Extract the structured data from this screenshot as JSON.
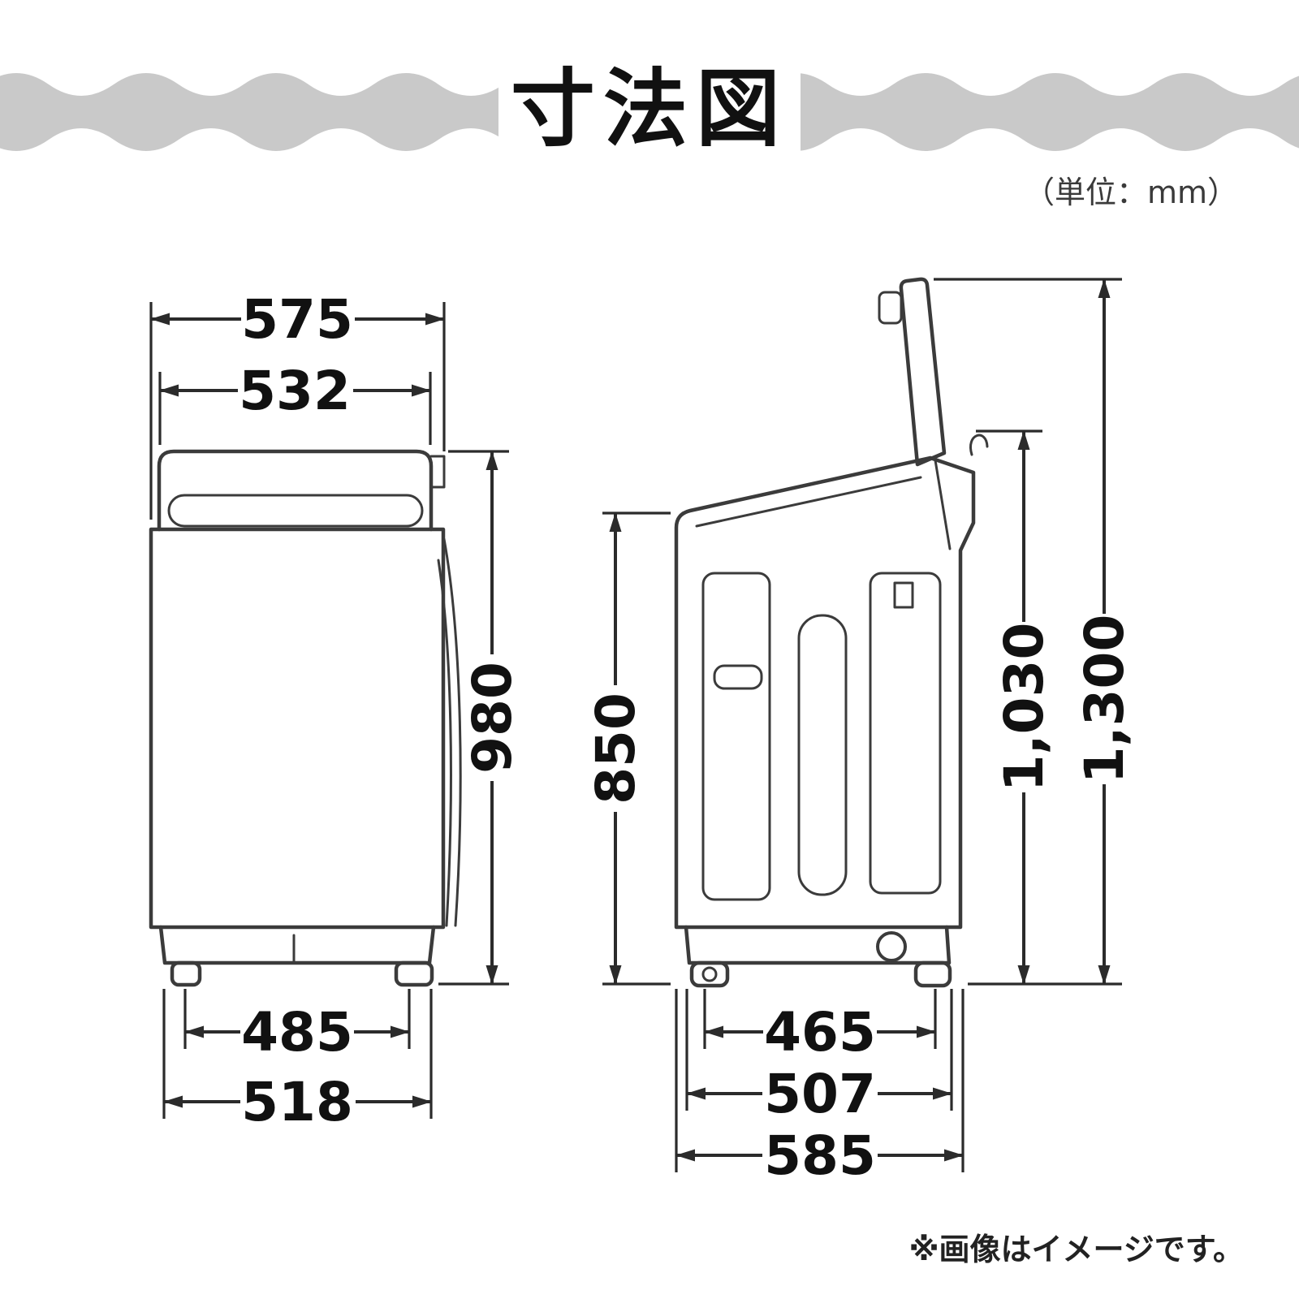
{
  "title": "寸法図",
  "unit_label": "（単位：mm）",
  "footnote": "※画像はイメージです。",
  "front_view": {
    "width_total": "575",
    "width_lid": "532",
    "height_body": "980",
    "feet_span": "485",
    "base_width": "518"
  },
  "side_view": {
    "height_body": "850",
    "height_lid_closed": "1,030",
    "height_lid_open": "1,300",
    "feet_span": "465",
    "depth_body": "507",
    "depth_total": "585"
  },
  "colors": {
    "banner_gray": "#c9c9c9",
    "line": "#3b3b3b",
    "text": "#111111"
  }
}
